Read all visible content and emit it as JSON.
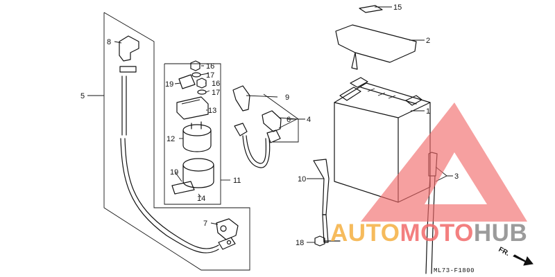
{
  "callouts": {
    "c1": "1",
    "c2": "2",
    "c3": "3",
    "c4": "4",
    "c5": "5",
    "c6": "6",
    "c7": "7",
    "c8": "8",
    "c9": "9",
    "c10": "10",
    "c11": "11",
    "c12": "12",
    "c13": "13",
    "c14": "14",
    "c15": "15",
    "c16a": "16",
    "c16b": "16",
    "c17a": "17",
    "c17b": "17",
    "c18": "18",
    "c19a": "19",
    "c19b": "19"
  },
  "diagram_code": "ML73-F1800",
  "direction_label": "FR.",
  "watermark": {
    "prefix": "AUTO",
    "middle": "MOTO",
    "suffix": "HUB",
    "colors": {
      "primary": "#f26b6b",
      "accent": "#f5b041",
      "dark": "#8a8a8a"
    }
  }
}
